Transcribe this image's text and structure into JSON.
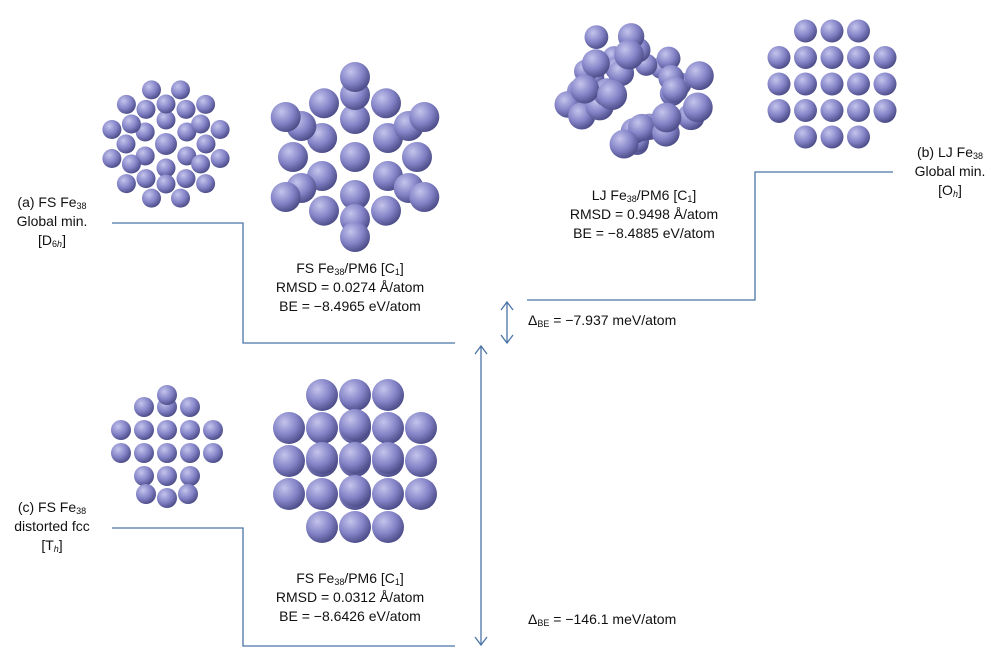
{
  "colors": {
    "line": "#4a74a6",
    "sphere_light": "#c4c4ec",
    "sphere_mid": "#8484c8",
    "sphere_dark": "#4a4a86"
  },
  "labels": {
    "a": {
      "l1_pre": "(a) FS Fe",
      "l1_sub": "38",
      "l2": "Global min.",
      "l3_pre": "[D",
      "l3_sub": "6",
      "l3_subit": "h",
      "l3_post": "]"
    },
    "b": {
      "l1_pre": "(b) LJ Fe",
      "l1_sub": "38",
      "l2": "Global min.",
      "l3_pre": "[O",
      "l3_subit": "h",
      "l3_post": "]"
    },
    "c": {
      "l1_pre": "(c) FS Fe",
      "l1_sub": "38",
      "l2": "distorted fcc",
      "l3_pre": "[T",
      "l3_subit": "h",
      "l3_post": "]"
    },
    "fs_pm6_top": {
      "name_pre": "FS Fe",
      "name_sub": "38",
      "name_mid": "/PM6 [C",
      "name_sub2": "1",
      "name_post": "]",
      "rmsd": "RMSD = 0.0274 Å/atom",
      "be": "BE = −8.4965 eV/atom"
    },
    "lj_pm6": {
      "name_pre": "LJ Fe",
      "name_sub": "38",
      "name_mid": "/PM6 [C",
      "name_sub2": "1",
      "name_post": "]",
      "rmsd": "RMSD = 0.9498 Å/atom",
      "be": "BE = −8.4885 eV/atom"
    },
    "fs_pm6_bottom": {
      "name_pre": "FS Fe",
      "name_sub": "38",
      "name_mid": "/PM6 [C",
      "name_sub2": "1",
      "name_post": "]",
      "rmsd": "RMSD = 0.0312 Å/atom",
      "be": "BE = −8.6426 eV/atom"
    }
  },
  "deltas": {
    "upper": {
      "sym": "Δ",
      "sub": "BE",
      "value": " = −7.937 meV/atom"
    },
    "lower": {
      "sym": "Δ",
      "sub": "BE",
      "value": " = −146.1 meV/atom"
    }
  }
}
